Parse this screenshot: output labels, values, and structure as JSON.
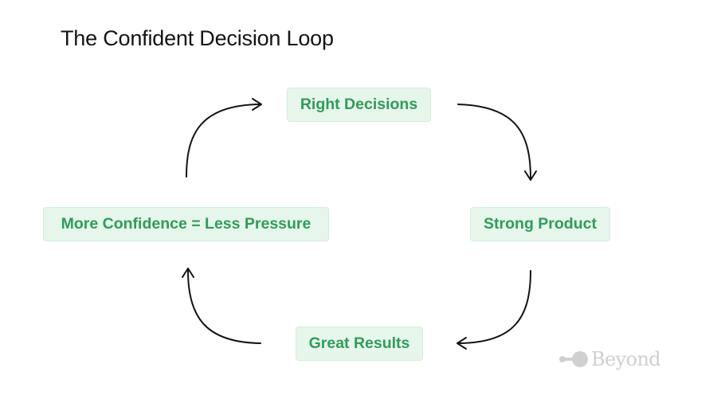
{
  "title": "The Confident Decision Loop",
  "nodes": {
    "right_decisions": "Right Decisions",
    "strong_product": "Strong Product",
    "great_results": "Great Results",
    "more_confidence": "More Confidence = Less Pressure"
  },
  "logo": {
    "text": "Beyond",
    "icon": "beyond-logo-mark"
  },
  "colors": {
    "node_fill": "#e6f6eb",
    "node_text": "#2e9d58",
    "arrow": "#141414",
    "title": "#141414",
    "logo": "#cfcfcf"
  }
}
